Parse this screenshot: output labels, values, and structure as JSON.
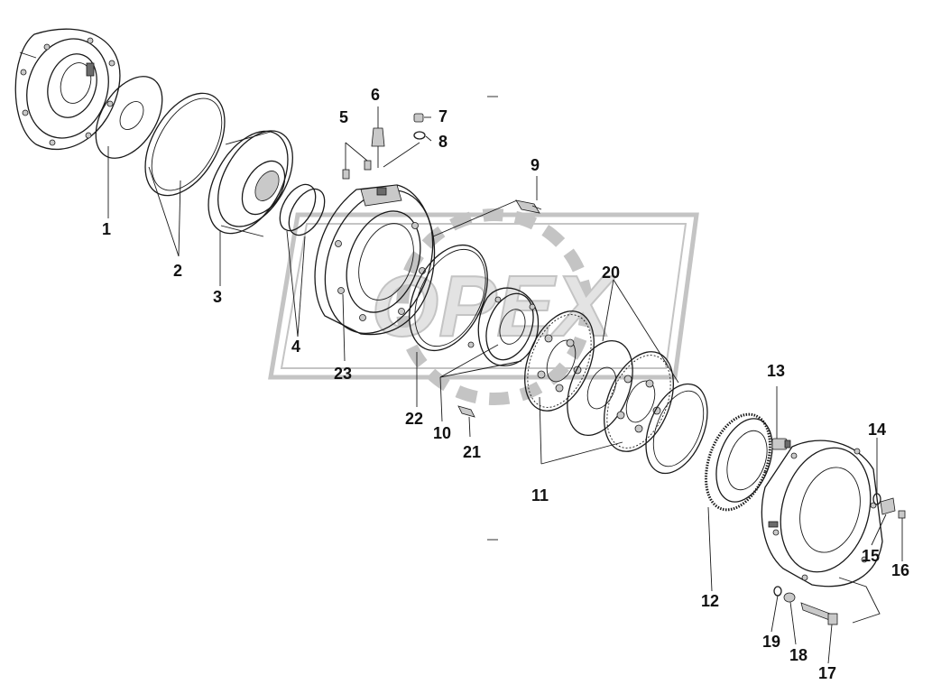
{
  "callouts": [
    {
      "id": "1",
      "text": "1"
    },
    {
      "id": "2",
      "text": "2"
    },
    {
      "id": "3",
      "text": "3"
    },
    {
      "id": "4",
      "text": "4"
    },
    {
      "id": "5",
      "text": "5"
    },
    {
      "id": "6",
      "text": "6"
    },
    {
      "id": "7",
      "text": "7"
    },
    {
      "id": "8",
      "text": "8"
    },
    {
      "id": "9",
      "text": "9"
    },
    {
      "id": "10",
      "text": "10"
    },
    {
      "id": "11",
      "text": "11"
    },
    {
      "id": "12",
      "text": "12"
    },
    {
      "id": "13",
      "text": "13"
    },
    {
      "id": "14",
      "text": "14"
    },
    {
      "id": "15",
      "text": "15"
    },
    {
      "id": "16",
      "text": "16"
    },
    {
      "id": "17",
      "text": "17"
    },
    {
      "id": "18",
      "text": "18"
    },
    {
      "id": "19",
      "text": "19"
    },
    {
      "id": "20",
      "text": "20"
    },
    {
      "id": "21",
      "text": "21"
    },
    {
      "id": "22",
      "text": "22"
    },
    {
      "id": "23",
      "text": "23"
    }
  ],
  "watermark": {
    "text": "OPEX",
    "color": "#c4c4c4"
  },
  "colors": {
    "line": "#1a1a1a",
    "background": "#ffffff"
  }
}
